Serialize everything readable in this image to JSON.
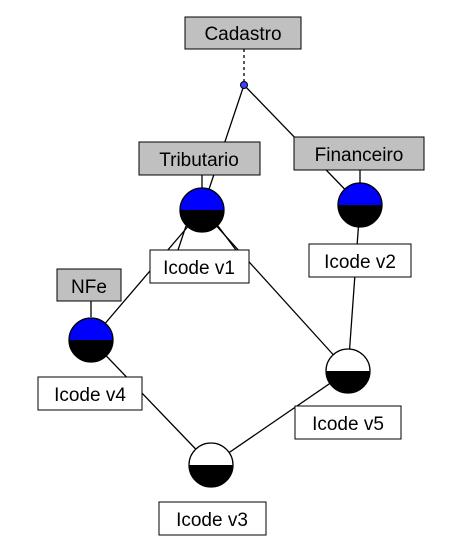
{
  "colors": {
    "background": "#ffffff",
    "line": "#000000",
    "concept_box": "#c0c0c0",
    "version_box": "#ffffff",
    "node_top_blue": "#0000ff",
    "node_top_white": "#ffffff",
    "node_bottom": "#000000",
    "root_node": "#4040ff"
  },
  "concepts": {
    "cadastro": "Cadastro",
    "tributario": "Tributario",
    "financeiro": "Financeiro",
    "nfe": "NFe"
  },
  "versions": {
    "v1": "Icode v1",
    "v2": "Icode v2",
    "v3": "Icode v3",
    "v4": "Icode v4",
    "v5": "Icode v5"
  },
  "nodes": {
    "n_tributario": {
      "top": "blue"
    },
    "n_financeiro": {
      "top": "blue"
    },
    "n_nfe": {
      "top": "blue"
    },
    "n_v5": {
      "top": "white"
    },
    "n_v3": {
      "top": "white"
    }
  }
}
